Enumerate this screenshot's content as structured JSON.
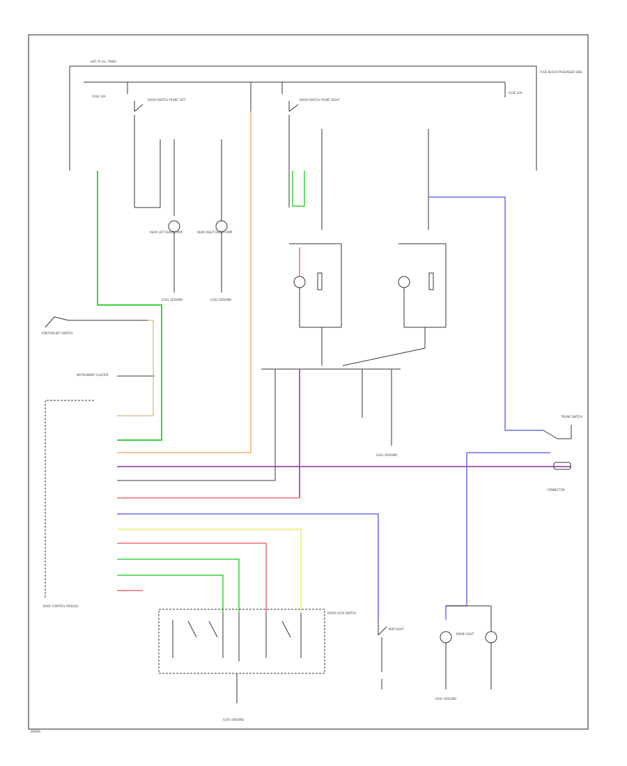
{
  "footer_code": "W0000",
  "labels": {
    "fuse_box_top": "HOT AT ALL TIMES",
    "fuse_note_right": "FUSE BLOCK PASSENGER SIDE",
    "fuse_left": "FUSE 10A",
    "fuse_right": "FUSE 10A",
    "door_sw_front_left": "DOOR SWITCH FRONT LEFT",
    "door_sw_front_right": "DOOR SWITCH FRONT RIGHT",
    "lamp_rear_left": "REAR LEFT DOOR LAMP",
    "lamp_rear_right": "REAR RIGHT DOOR LAMP",
    "ground_g1": "G101 GROUND",
    "ground_g2": "G102 GROUND",
    "ignition_key_sw": "IGNITION KEY SWITCH",
    "instrument_cluster": "INSTRUMENT CLUSTER",
    "module": "BODY CONTROL MODULE",
    "door_lock_sw": "DOOR LOCK SWITCH",
    "trunk_sw": "TRUNK SWITCH",
    "map_light": "MAP LIGHT",
    "dome_light": "DOME LIGHT",
    "ground_g3": "G201 GROUND",
    "ground_g4": "G301 GROUND",
    "ground_g5": "G401 GROUND",
    "connector_note": "CONNECTOR"
  },
  "wire_colors": {
    "green": "#3ad13a",
    "orange": "#f5b27a",
    "yellow": "#f2ee6a",
    "red": "#ee6b78",
    "purple": "#8b2ea3",
    "blue": "#6b6bef",
    "black": "#333333",
    "gray": "#9a9a9a",
    "tan": "#d9c39a"
  }
}
